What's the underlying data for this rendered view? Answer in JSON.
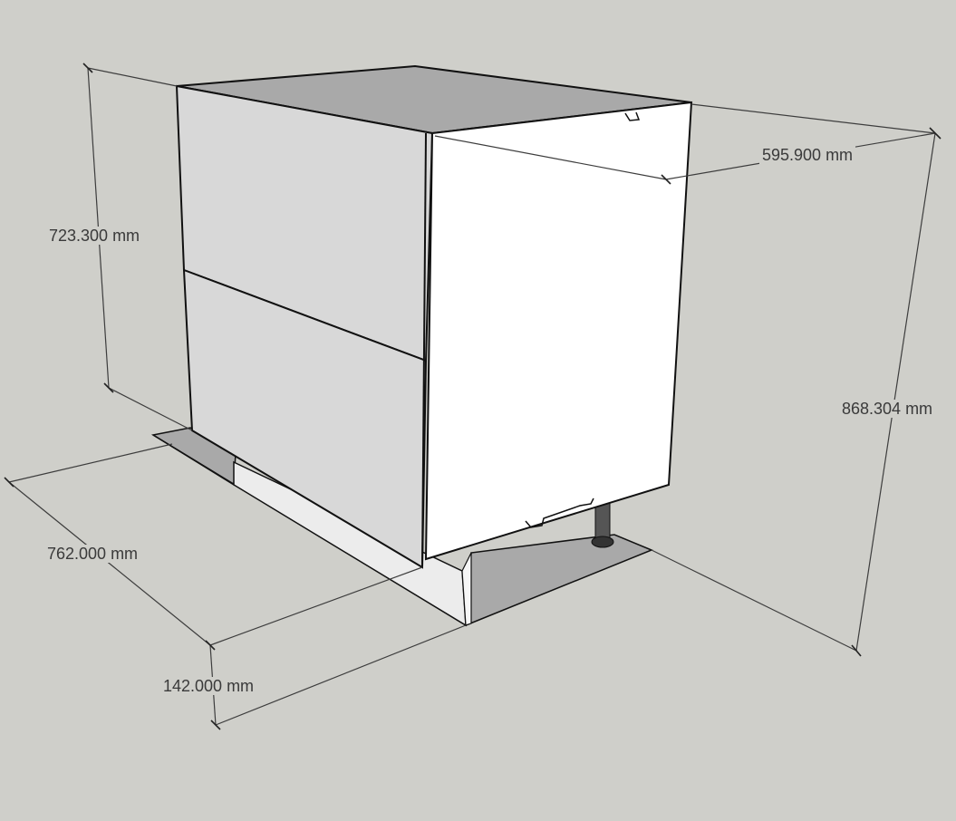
{
  "scene": {
    "background": "#cfcfca",
    "face_colors": {
      "top": "#a9a9a9",
      "left_panel": "#d8d8d8",
      "right_panel": "#ffffff",
      "shadow": "#a9a9a9",
      "plinth": "#ececec",
      "leg": "#555555",
      "edge": "#111111",
      "dimension_line": "#3d3d3d"
    }
  },
  "dimensions": {
    "overall_height": "868.304 mm",
    "cabinet_height": "723.300 mm",
    "depth": "762.000 mm",
    "plinth_height": "142.000 mm",
    "width": "595.900 mm"
  }
}
